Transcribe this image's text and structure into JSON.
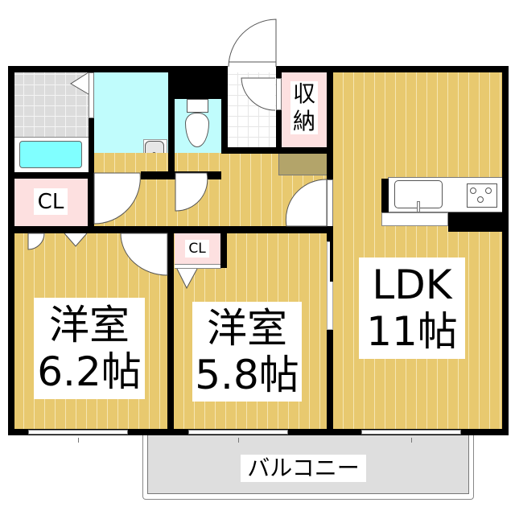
{
  "floorplan": {
    "rooms": {
      "western_room_1": {
        "name": "洋室",
        "size": "6.2帖"
      },
      "western_room_2": {
        "name": "洋室",
        "size": "5.8帖"
      },
      "ldk": {
        "name": "LDK",
        "size": "11帖"
      },
      "storage": {
        "line1": "収",
        "line2": "納"
      },
      "closet_left": {
        "label": "CL"
      },
      "closet_small": {
        "label": "CL"
      },
      "balcony": {
        "label": "バルコニー"
      }
    },
    "colors": {
      "wall": "#000000",
      "flooring": "#e8c96f",
      "wet_area": "#c0fcfc",
      "closet": "#fde0e0",
      "bath_tile": "#dcdcdc",
      "bathtub": "#80ffff",
      "balcony": "#dedede",
      "shoe_box": "#b3a46a"
    }
  }
}
